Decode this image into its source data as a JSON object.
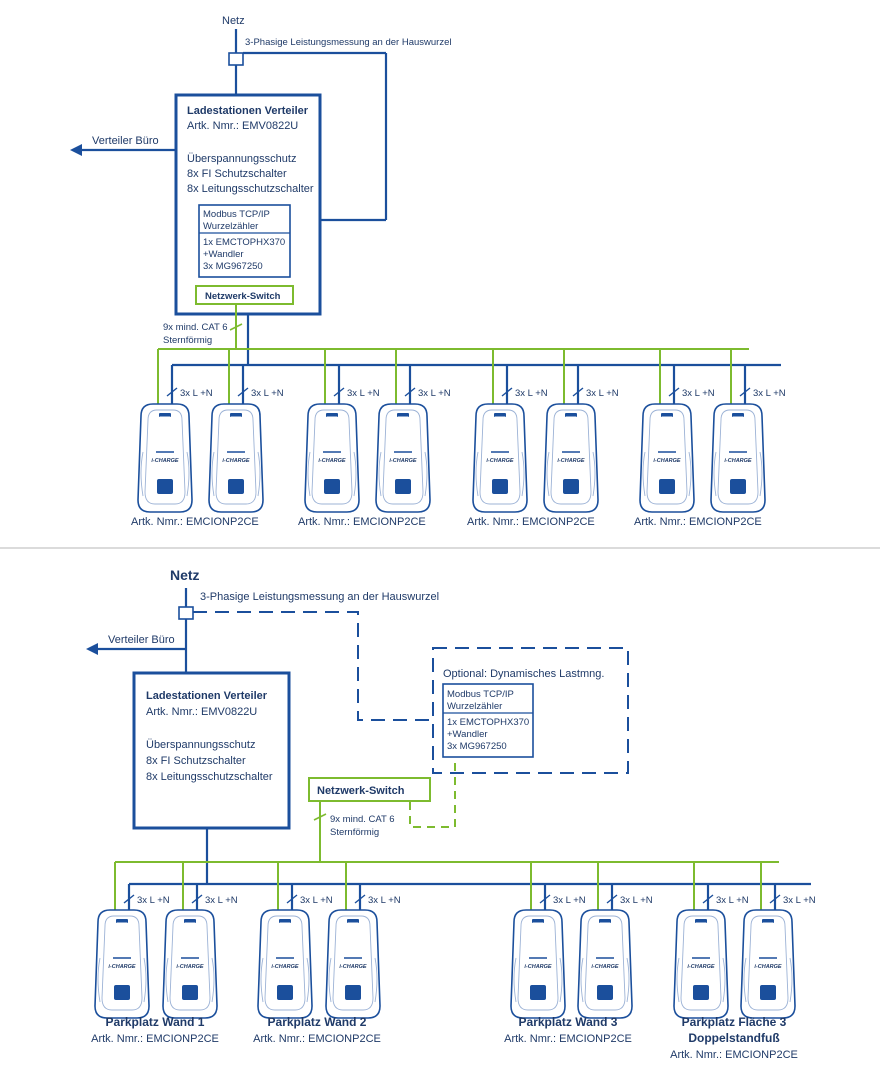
{
  "colors": {
    "power_line": "#1b4f9c",
    "data_line": "#7dbb2f",
    "text": "#1f3a68",
    "separator": "#cfcfcf"
  },
  "top": {
    "netz": "Netz",
    "measurement": "3-Phasige Leistungsmessung an der Hauswurzel",
    "verteiler_buero": "Verteiler Büro",
    "distributor": {
      "title": "Ladestationen Verteiler",
      "article": "Artk. Nmr.: EMV0822U",
      "lines": [
        "Überspannungsschutz",
        "8x FI Schutzschalter",
        "8x Leitungsschutzschalter"
      ]
    },
    "meter": {
      "header": [
        "Modbus TCP/IP",
        "Wurzelzähler"
      ],
      "lines": [
        "1x EMCTOPHX370",
        "+Wandler",
        "3x MG967250"
      ]
    },
    "switch": "Netzwerk-Switch",
    "cable": [
      "9x mind. CAT 6",
      "Sternförmig"
    ],
    "power_label": "3x L +N",
    "article_labels": [
      "Artk. Nmr.: EMCIONP2CE",
      "Artk. Nmr.: EMCIONP2CE",
      "Artk. Nmr.: EMCIONP2CE",
      "Artk. Nmr.: EMCIONP2CE"
    ]
  },
  "bottom": {
    "netz": "Netz",
    "measurement": "3-Phasige Leistungsmessung an der Hauswurzel",
    "verteiler_buero": "Verteiler Büro",
    "distributor": {
      "title": "Ladestationen Verteiler",
      "article": "Artk. Nmr.: EMV0822U",
      "lines": [
        "Überspannungsschutz",
        "8x FI Schutzschalter",
        "8x Leitungsschutzschalter"
      ]
    },
    "optional": "Optional: Dynamisches Lastmng.",
    "meter": {
      "header": [
        "Modbus TCP/IP",
        "Wurzelzähler"
      ],
      "lines": [
        "1x EMCTOPHX370",
        "+Wandler",
        "3x MG967250"
      ]
    },
    "switch": "Netzwerk-Switch",
    "cable": [
      "9x mind. CAT 6",
      "Sternförmig"
    ],
    "power_label": "3x L +N",
    "groups": [
      {
        "name": [
          "Parkplatz Wand 1"
        ],
        "article": "Artk. Nmr.: EMCIONP2CE"
      },
      {
        "name": [
          "Parkplatz Wand 2"
        ],
        "article": "Artk. Nmr.: EMCIONP2CE"
      },
      {
        "name": [
          "Parkplatz Wand 3"
        ],
        "article": "Artk. Nmr.: EMCIONP2CE"
      },
      {
        "name": [
          "Parkplatz Fläche 3",
          "Doppelstandfuß"
        ],
        "article": "Artk. Nmr.: EMCIONP2CE"
      }
    ]
  },
  "charger": {
    "brand": "i-CHARGE",
    "logo_icon": "brand-logo-icon"
  }
}
